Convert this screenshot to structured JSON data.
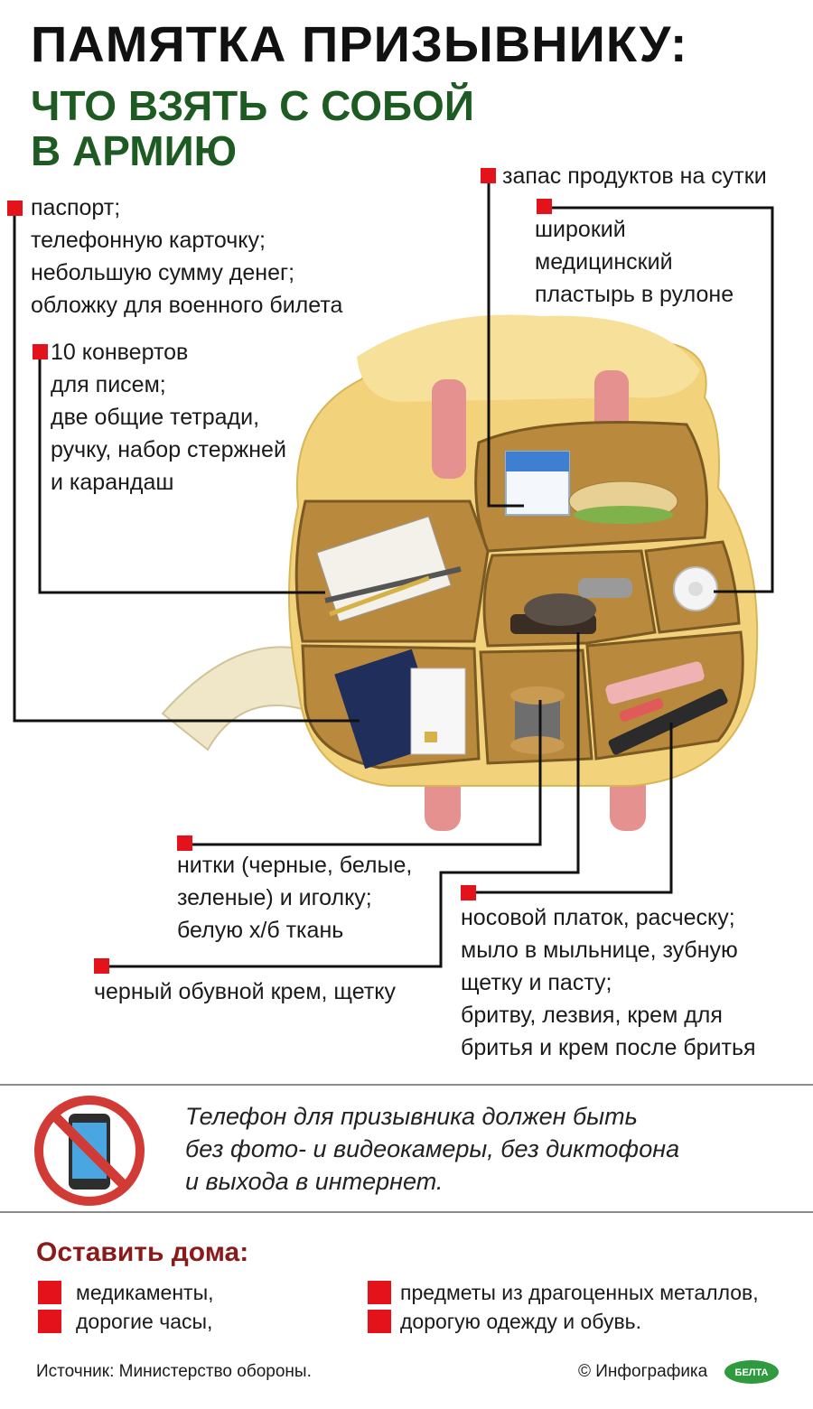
{
  "title": {
    "line1": "ПАМЯТКА ПРИЗЫВНИКУ:",
    "line2a": "ЧТО ВЗЯТЬ С СОБОЙ",
    "line2b": "В АРМИЮ"
  },
  "items": {
    "documents": [
      "паспорт;",
      "телефонную карточку;",
      "небольшую сумму денег;",
      "обложку для военного билета"
    ],
    "stationery": [
      "10 конвертов",
      "для писем;",
      "две общие тетради,",
      "ручку, набор стержней",
      "и карандаш"
    ],
    "food": [
      "запас продуктов на сутки"
    ],
    "plaster": [
      "широкий",
      "медицинский",
      "пластырь в рулоне"
    ],
    "sewing": [
      "нитки (черные, белые,",
      "зеленые) и иголку;",
      "белую х/б ткань"
    ],
    "shoe_care": [
      "черный обувной крем, щетку"
    ],
    "hygiene": [
      "носовой платок, расческу;",
      "мыло в мыльнице, зубную",
      "щетку и пасту;",
      "бритву, лезвия, крем для",
      "бритья и крем после бритья"
    ]
  },
  "phone_note": [
    "Телефон для призывника должен быть",
    "без фото- и видеокамеры, без диктофона",
    "и выхода в интернет."
  ],
  "leave_home": {
    "title": "Оставить дома:",
    "left": [
      "медикаменты,",
      "дорогие часы,"
    ],
    "right": [
      "предметы из драгоценных металлов,",
      "дорогую одежду и обувь."
    ]
  },
  "footer": {
    "source": "Источник: Министерство обороны.",
    "credit": "© Инфографика",
    "logo_text": "БЕЛТА"
  },
  "colors": {
    "marker": "#e4131b",
    "title_green": "#1d5b22",
    "leave_title": "#8b1a1a",
    "backpack": "#f2d27a",
    "pocket": "#b98a3e"
  },
  "icons": [
    "backpack-illustration",
    "phone-prohibited-icon",
    "belta-logo"
  ]
}
